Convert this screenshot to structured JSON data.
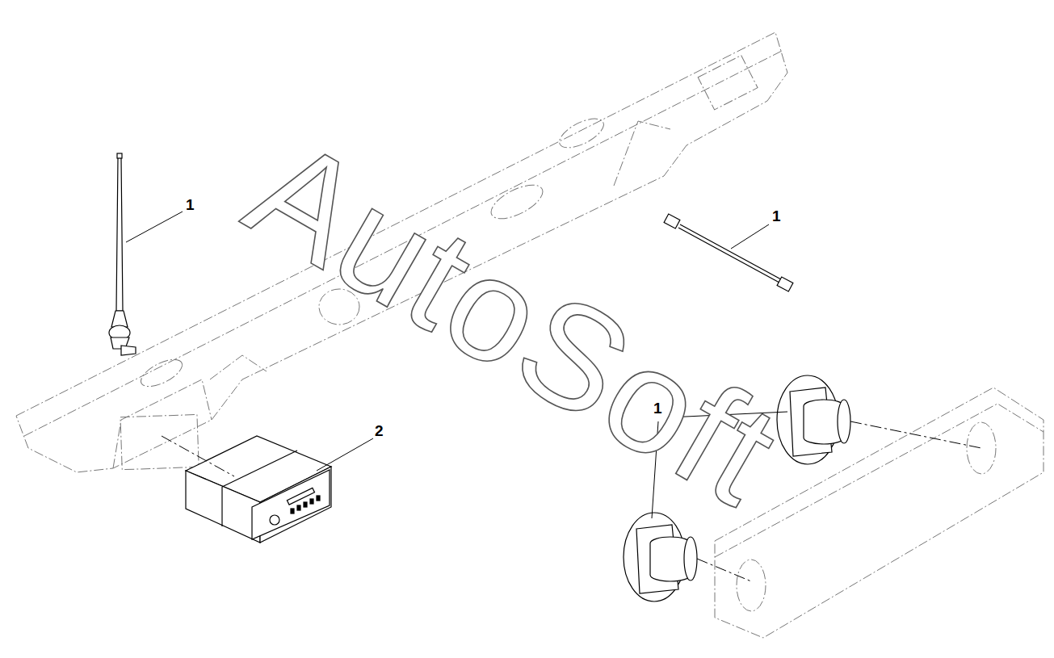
{
  "diagram": {
    "labels": [
      "1",
      "1",
      "2",
      "1",
      "AutoSoft"
    ]
  }
}
